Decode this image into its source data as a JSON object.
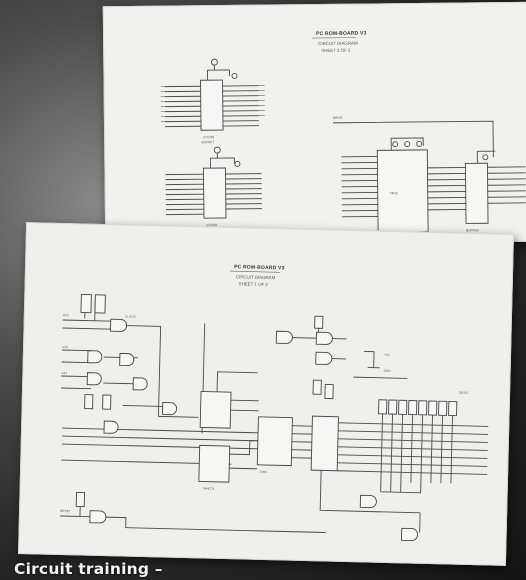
{
  "caption": "Circuit training –",
  "sheet_top": {
    "title": "PC ROM-BOARD V3",
    "subtitle_1": "CIRCUIT DIAGRAM",
    "subtitle_2": "SHEET 2 OF 2"
  },
  "sheet_bottom": {
    "title": "PC ROM-BOARD V3",
    "subtitle_1": "CIRCUIT DIAGRAM",
    "subtitle_2": "SHEET 1 OF 2"
  }
}
